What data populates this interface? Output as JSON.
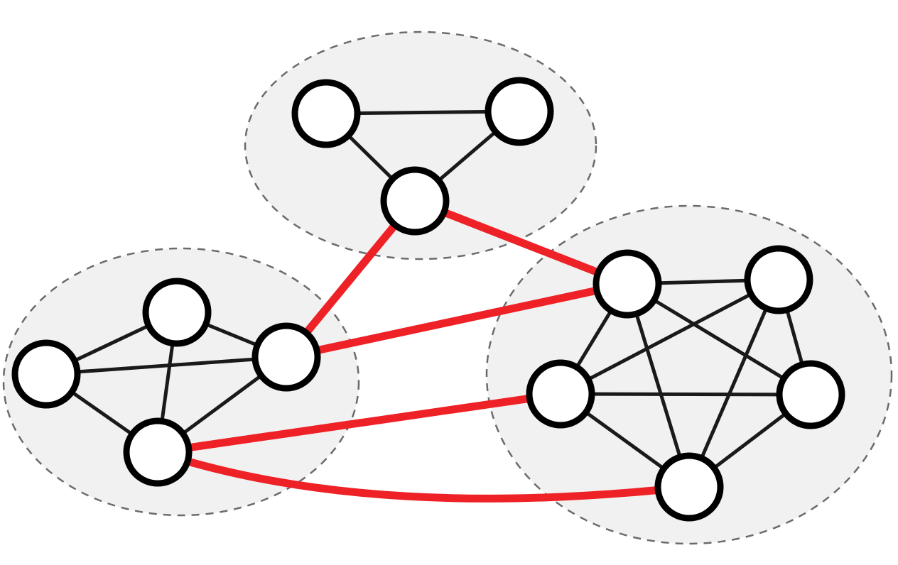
{
  "colors": {
    "background": "#ffffff",
    "cluster_fill": "#f1f1f1",
    "cluster_border": "#6b6b6b",
    "intra_edge": "#1a1a1a",
    "inter_edge": "#ee2127",
    "node_fill": "#ffffff",
    "node_border": "#000000"
  },
  "clusters": [
    {
      "id": "top",
      "nodes": [
        "t1",
        "t2",
        "t3"
      ]
    },
    {
      "id": "left",
      "nodes": [
        "l1",
        "l2",
        "l3",
        "l4"
      ]
    },
    {
      "id": "right",
      "nodes": [
        "r1",
        "r2",
        "r3",
        "r4",
        "r5"
      ]
    }
  ],
  "intra_edges": [
    [
      "t1",
      "t2"
    ],
    [
      "t1",
      "t3"
    ],
    [
      "t2",
      "t3"
    ],
    [
      "l1",
      "l2"
    ],
    [
      "l1",
      "l3"
    ],
    [
      "l1",
      "l4"
    ],
    [
      "l2",
      "l3"
    ],
    [
      "l2",
      "l4"
    ],
    [
      "l3",
      "l4"
    ],
    [
      "r1",
      "r2"
    ],
    [
      "r1",
      "r3"
    ],
    [
      "r1",
      "r4"
    ],
    [
      "r1",
      "r5"
    ],
    [
      "r2",
      "r3"
    ],
    [
      "r2",
      "r4"
    ],
    [
      "r2",
      "r5"
    ],
    [
      "r3",
      "r4"
    ],
    [
      "r3",
      "r5"
    ],
    [
      "r4",
      "r5"
    ]
  ],
  "inter_edges": [
    [
      "t3",
      "l3"
    ],
    [
      "t3",
      "r1"
    ],
    [
      "l3",
      "r1"
    ],
    [
      "l4",
      "r3"
    ],
    [
      "l4",
      "r5"
    ]
  ]
}
